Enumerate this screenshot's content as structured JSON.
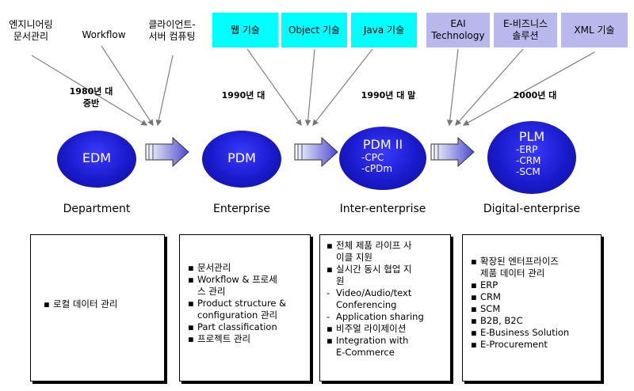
{
  "top_labels": {
    "engineering": "엔지니어링\n문서관리",
    "workflow": "Workflow",
    "client_server": "클라이언트-\n서버 컴퓨팅"
  },
  "tech_boxes": {
    "web": "웹 기술",
    "object": "Object 기술",
    "java": "Java 기술",
    "eai": "EAI\nTechnology",
    "ebusiness": "E-비즈니스\n솔루션",
    "xml": "XML 기술"
  },
  "colors": {
    "cyan": "#00ffff",
    "lavender": "#b8b8ec",
    "ellipse_blue": "#1a1acc"
  },
  "eras": {
    "e1980": "1980년 대\n중반",
    "e1990": "1990년 대",
    "e1990late": "1990년 대 말",
    "e2000": "2000년 대"
  },
  "stages": {
    "edm": "EDM",
    "pdm": "PDM",
    "pdm2": "PDM II",
    "pdm2_sub": "-CPC\n-cPDm",
    "plm": "PLM",
    "plm_sub": "-ERP\n-CRM\n-SCM"
  },
  "levels": {
    "department": "Department",
    "enterprise": "Enterprise",
    "inter": "Inter-enterprise",
    "digital": "Digital-enterprise"
  },
  "panel1": [
    "로컬 데이터 관리"
  ],
  "panel2": [
    "문서관리",
    "Workflow & 프로세\n스 관리",
    "Product structure &\nconfiguration 관리",
    "Part classification",
    "프로젝트 관리"
  ],
  "panel3": [
    {
      "m": "b",
      "t": "전체 제품 라이프 사\n이클 지원"
    },
    {
      "m": "b",
      "t": "실시간 동시 협업 지\n원"
    },
    {
      "m": "d",
      "t": "Video/Audio/text\nConferencing"
    },
    {
      "m": "d",
      "t": "Application sharing"
    },
    {
      "m": "b",
      "t": "비주얼 라이제이션"
    },
    {
      "m": "b",
      "t": "Integration with\nE-Commerce"
    }
  ],
  "panel4": [
    "확장된 엔터프라이즈\n제품 데이터 관리",
    "ERP",
    "CRM",
    "SCM",
    "B2B, B2C",
    "E-Business Solution",
    "E-Procurement"
  ]
}
